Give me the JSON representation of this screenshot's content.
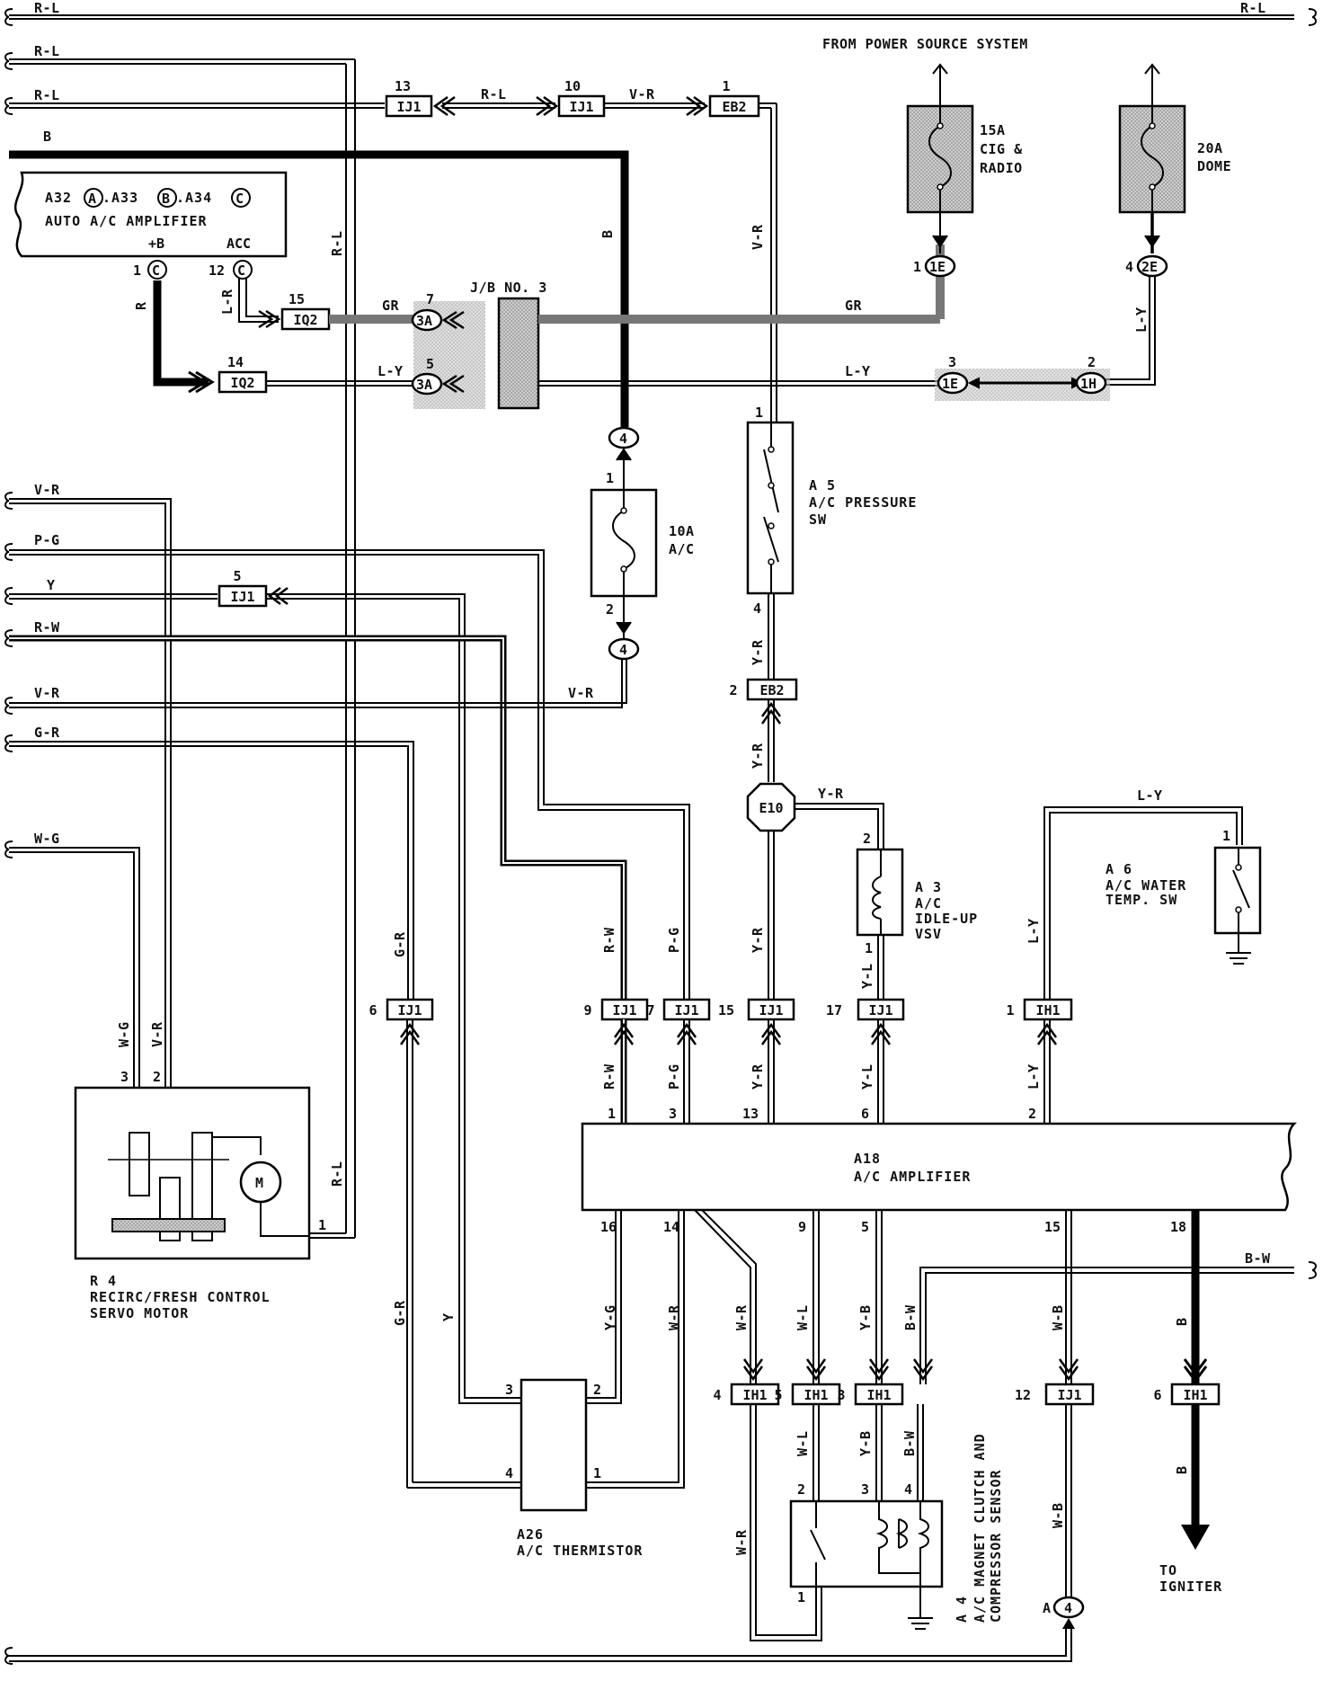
{
  "header": {
    "power_source": "FROM POWER SOURCE SYSTEM",
    "rl_top_left": "R-L",
    "rl_top_right": "R-L"
  },
  "wires": {
    "rl_2": "R-L",
    "rl_3": "R-L",
    "b_main": "B",
    "rl_vert": "R-L",
    "b_vert": "B",
    "vr_vert": "V-R",
    "rl_13_10": "R-L",
    "vr_10_eb2": "V-R",
    "gr_1": "GR",
    "gr_2": "GR",
    "ly_1": "L-Y",
    "ly_2": "L-Y",
    "ly_3": "L-Y",
    "r_c1": "R",
    "lr_c12": "L-R",
    "vr_left": "V-R",
    "pg_left": "P-G",
    "y_left": "Y",
    "rw_left": "R-W",
    "vr_left2": "V-R",
    "gr_left": "G-R",
    "wg_left": "W-G",
    "vr_fuse": "V-R",
    "yr_1": "Y-R",
    "yr_2": "Y-R",
    "yr_3": "Y-R",
    "yr_4": "Y-R",
    "yr_5": "Y-R",
    "ly_4": "L-Y",
    "ly_5": "L-Y",
    "ly_6": "L-Y",
    "wg_r4": "W-G",
    "vr_r4": "V-R",
    "rl_r4": "R-L",
    "gr_6": "G-R",
    "rw_9": "R-W",
    "pg_7": "P-G",
    "yl_17": "Y-L",
    "yl_6": "Y-L",
    "rw_1": "R-W",
    "pg_3": "P-G",
    "gr_th": "G-R",
    "y_th": "Y",
    "yg_16": "Y-G",
    "wr_14": "W-R",
    "wr_ih1": "W-R",
    "wl_9": "W-L",
    "yb_5": "Y-B",
    "bw_v": "B-W",
    "bw_right": "B-W",
    "wb_15": "W-B",
    "b_18": "B",
    "wl_mag": "W-L",
    "yb_mag": "Y-B",
    "bw_mag": "B-W",
    "b_igniter": "B",
    "wb_a4": "W-B",
    "wr_mag": "W-R"
  },
  "components": {
    "amp_ids": {
      "p1": "A32",
      "l1": "A",
      "p2": ".A33",
      "l2": "B",
      "p3": ".A34",
      "l3": "C"
    },
    "amp_name": "AUTO A/C AMPLIFIER",
    "amp_pin_plusb": "+B",
    "amp_pin_acc": "ACC",
    "fuse_15a": [
      "15A",
      "CIG &",
      "RADIO"
    ],
    "fuse_20a": [
      "20A",
      "DOME"
    ],
    "fuse_10a": [
      "10A",
      "A/C"
    ],
    "jb3": "J/B NO. 3",
    "a5": [
      "A 5",
      "A/C PRESSURE",
      "SW"
    ],
    "a3": [
      "A 3",
      "A/C",
      "IDLE-UP",
      "VSV"
    ],
    "a6": [
      "A 6",
      "A/C WATER",
      "TEMP. SW"
    ],
    "a18": [
      "A18",
      "A/C AMPLIFIER"
    ],
    "r4": [
      "R 4",
      "RECIRC/FRESH CONTROL",
      "SERVO MOTOR"
    ],
    "r4_motor": "M",
    "a26": [
      "A26",
      "A/C THERMISTOR"
    ],
    "a4_line1": "A 4",
    "a4_line2": "A/C MAGNET CLUTCH AND",
    "a4_line3": "COMPRESSOR SENSOR",
    "igniter": [
      "TO",
      "IGNITER"
    ]
  },
  "connectors": {
    "ij1_13": "IJ1",
    "ij1_10": "IJ1",
    "eb2_1": "EB2",
    "iq2_15": "IQ2",
    "iq2_14": "IQ2",
    "ij1_5": "IJ1",
    "eb2_2": "EB2",
    "e10": "E10",
    "ij1_6": "IJ1",
    "ij1_9": "IJ1",
    "ij1_7": "IJ1",
    "ij1_15": "IJ1",
    "ij1_17": "IJ1",
    "ih1_1": "IH1",
    "ih1_4": "IH1",
    "ih1_5": "IH1",
    "ih1_3": "IH1",
    "ij1_12": "IJ1",
    "ih1_6": "IH1",
    "c_1e_a": "1E",
    "c_2e": "2E",
    "c_3a_a": "3A",
    "c_3a_b": "3A",
    "c_1e_b": "1E",
    "c_1h": "1H",
    "c_4a": "4",
    "c_4b": "4",
    "c_4c": "4",
    "c_c1": "C",
    "c_c12": "C"
  },
  "pins": {
    "p13": "13",
    "p10": "10",
    "p1_eb2": "1",
    "p1_c": "1",
    "p12_c": "12",
    "p15_iq2": "15",
    "p14_iq2": "14",
    "p7_3a": "7",
    "p5_3a": "5",
    "p1_1e": "1",
    "p4_2e": "4",
    "p3_1e": "3",
    "p2_1h": "2",
    "p1_a5": "1",
    "p4_a5": "4",
    "p2_eb2": "2",
    "p1_10a": "1",
    "p2_10a": "2",
    "p5_ij1": "5",
    "p2_a3": "2",
    "p1_a3": "1",
    "p1_a6": "1",
    "p6_ij1": "6",
    "p9_ij1": "9",
    "p7_ij1": "7",
    "p15_ij1": "15",
    "p17_ij1": "17",
    "p1_ih1": "1",
    "a18_1": "1",
    "a18_3": "3",
    "a18_13": "13",
    "a18_6": "6",
    "a18_2": "2",
    "a18_16": "16",
    "a18_14": "14",
    "a18_9": "9",
    "a18_5": "5",
    "a18_15": "15",
    "a18_18": "18",
    "r4_3": "3",
    "r4_2": "2",
    "r4_1": "1",
    "p4_ih1": "4",
    "p5_ih1": "5",
    "p3_ih1": "3",
    "p12_ij1": "12",
    "p6_ih1": "6",
    "a26_3": "3",
    "a26_2": "2",
    "a26_4": "4",
    "a26_1": "1",
    "a4_2": "2",
    "a4_3": "3",
    "a4_4": "4",
    "a4_1": "1",
    "a_4": "A"
  }
}
